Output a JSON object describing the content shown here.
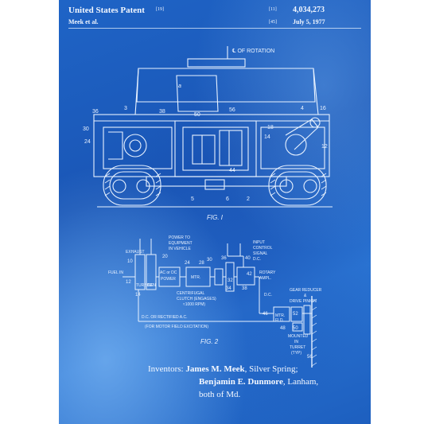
{
  "header": {
    "title": "United States Patent",
    "title_ref": "[19]",
    "patent_ref": "[11]",
    "patent_number": "4,034,273",
    "author": "Meek et al.",
    "date_ref": "[45]",
    "date": "July 5, 1977"
  },
  "fig1": {
    "rotation_label": "℄ OF ROTATION",
    "caption": "FIG. I",
    "refs": [
      "3",
      "38",
      "36",
      "30",
      "24",
      "a",
      "50",
      "56",
      "4",
      "16",
      "18",
      "14",
      "12",
      "44",
      "5",
      "6",
      "2"
    ]
  },
  "fig2": {
    "caption": "FIG. 2",
    "labels": {
      "fuel_in": "FUEL IN",
      "exhaust": "EXHAUST",
      "turbine": "TURBINE",
      "gen": "GEN",
      "power_to": "POWER TO",
      "equipment": "EQUIPMENT",
      "in_vehicle": "IN VEHICLE",
      "ac_or_dc": "AC or DC",
      "power": "POWER",
      "mtr": "MTR.",
      "input": "INPUT",
      "control": "CONTROL",
      "signal": "SIGNAL",
      "dc": "D.C.",
      "rotary": "ROTARY",
      "ampl": "AMPL.",
      "centrifugal": "CENTRIFUGAL",
      "clutch": "CLUTCH (ENGAGES)",
      "rpm": "≈1000 RPM)",
      "dc2": "D.C.",
      "gear_reducer": "GEAR REDUCER",
      "amp": "&",
      "drive_pinion": "DRIVE PINION",
      "mtr2": "MTR.",
      "fld": "FLD.",
      "dc_or_rect": "D.C. OR RECTIFIED A.C.",
      "motor_field": "(FOR MOTOR FIELD EXCITATION)",
      "mounted": "MOUNTED",
      "in": "IN",
      "turret": "TURRET",
      "typ": "(TYP)"
    },
    "refs": [
      "10",
      "12",
      "14",
      "20",
      "24",
      "28",
      "30",
      "36",
      "40",
      "32",
      "34",
      "38",
      "42",
      "46",
      "48",
      "50",
      "52",
      "56"
    ]
  },
  "inventors": {
    "label": "Inventors:",
    "line1_name": "James M. Meek",
    "line1_rest": ", Silver Spring;",
    "line2_name": "Benjamin E. Dunmore",
    "line2_rest": ", Lanham,",
    "line3": "both of Md."
  }
}
